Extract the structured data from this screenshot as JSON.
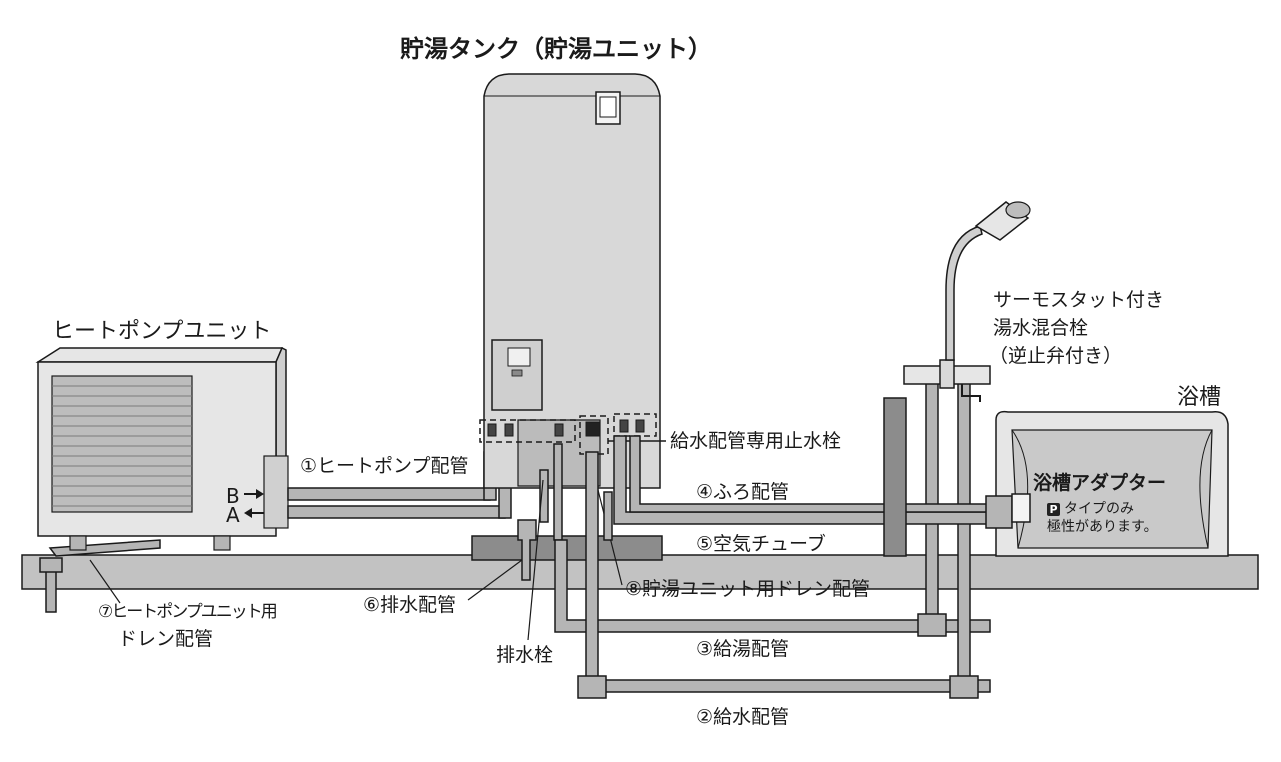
{
  "labels": {
    "tank_title": "貯湯タンク（貯湯ユニット）",
    "heat_pump_title": "ヒートポンプユニット",
    "bathtub": "浴槽",
    "faucet": {
      "line1": "サーモスタット付き",
      "line2": "湯水混合栓",
      "line3": "（逆止弁付き）"
    },
    "stop_valve": "給水配管専用止水栓",
    "pipe_1": "①ヒートポンプ配管",
    "pipe_2": "②給水配管",
    "pipe_3": "③給湯配管",
    "pipe_4": "④ふろ配管",
    "pipe_5": "⑤空気チューブ",
    "pipe_6": "⑥排水配管",
    "pipe_7": {
      "line1": "⑦ヒートポンプユニット用",
      "line2": "ドレン配管"
    },
    "pipe_8": "⑧貯湯ユニット用ドレン配管",
    "drain_valve": "排水栓",
    "port_b": "B",
    "port_a": "A",
    "bath_adapter": {
      "title": "浴槽アダプター",
      "badge": "P",
      "line1": "タイプのみ",
      "line2": "極性があります。"
    }
  },
  "colors": {
    "line": "#1a1a1a",
    "tank_fill": "#d8d8d8",
    "unit_fill": "#e6e6e6",
    "water_fill": "#c9c9c9",
    "pipe_fill": "#b5b5b5",
    "ground_fill": "#c2c2c2"
  },
  "icons": {
    "arrow_b": "arrow-right-icon",
    "arrow_a": "arrow-left-icon"
  }
}
